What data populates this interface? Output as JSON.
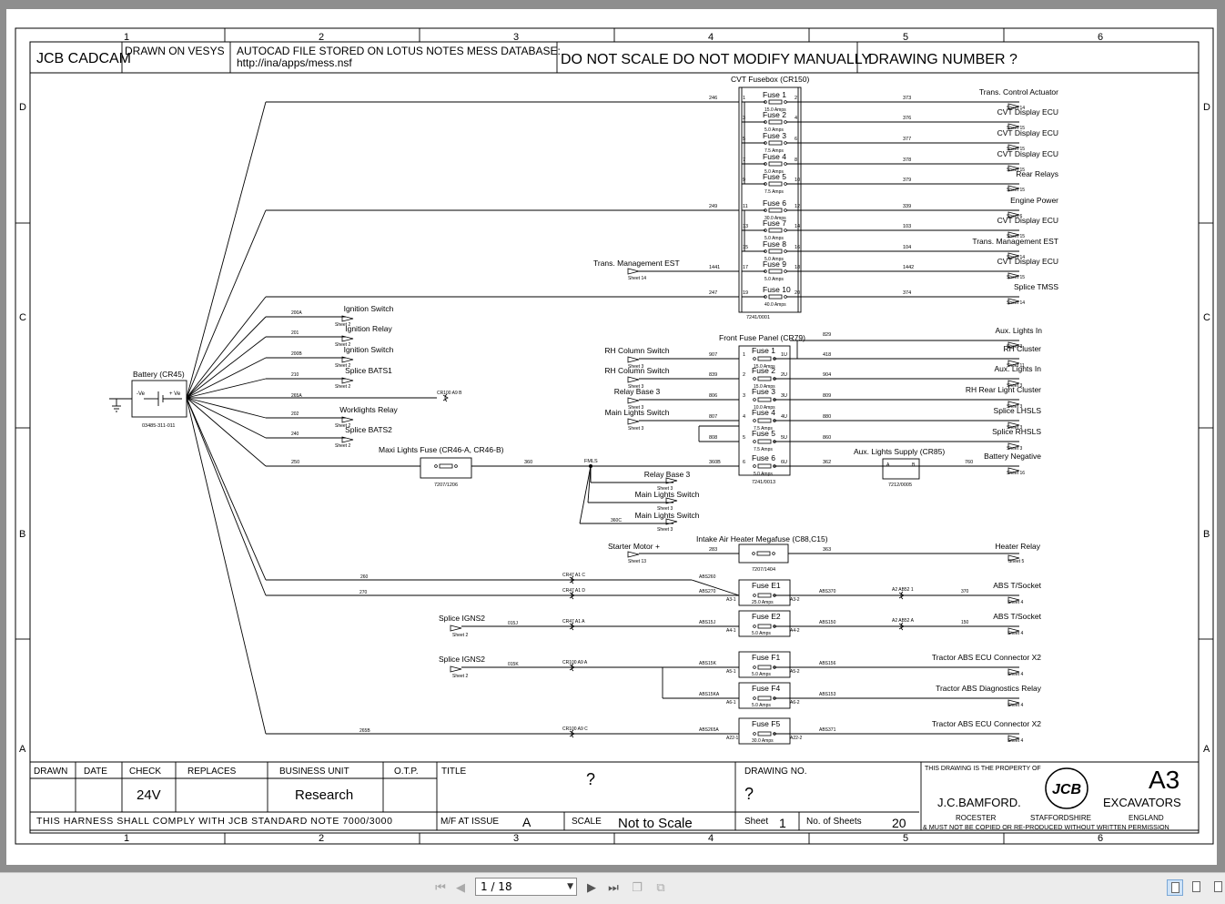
{
  "frame": {
    "columns": [
      "1",
      "2",
      "3",
      "4",
      "5",
      "6"
    ],
    "rows": [
      "D",
      "C",
      "B",
      "A"
    ]
  },
  "header": {
    "company": "JCB CADCAM",
    "drawn_on": "DRAWN ON VESYS",
    "autocad_line1": "AUTOCAD FILE STORED ON LOTUS NOTES MESS DATABASE:",
    "autocad_line2": "http://ina/apps/mess.nsf",
    "warning": "DO NOT SCALE DO NOT MODIFY MANUALLY",
    "drawing_number": "DRAWING NUMBER ?"
  },
  "battery": {
    "label": "Battery (CR45)",
    "neg": "-Ve",
    "pos": "+ Ve",
    "part": "03485-311-011"
  },
  "cvt_fusebox": {
    "title": "CVT Fusebox (CR150)",
    "part": "7241/0001",
    "fuses": [
      {
        "name": "Fuse 1",
        "amps": "15.0 Amps",
        "pin_in": "1",
        "pin_out": "2",
        "wire_in": "246",
        "wire_out": "373",
        "dest": "Trans. Control Actuator",
        "sheet": "Sheet 14"
      },
      {
        "name": "Fuse 2",
        "amps": "5.0 Amps",
        "pin_in": "3",
        "pin_out": "4",
        "wire_in": "",
        "wire_out": "376",
        "dest": "CVT Display ECU",
        "sheet": "Sheet 15"
      },
      {
        "name": "Fuse 3",
        "amps": "7.5 Amps",
        "pin_in": "5",
        "pin_out": "6",
        "wire_in": "",
        "wire_out": "377",
        "dest": "CVT Display ECU",
        "sheet": "Sheet 15"
      },
      {
        "name": "Fuse 4",
        "amps": "5.0 Amps",
        "pin_in": "7",
        "pin_out": "8",
        "wire_in": "",
        "wire_out": "378",
        "dest": "CVT Display ECU",
        "sheet": "Sheet 15"
      },
      {
        "name": "Fuse 5",
        "amps": "7.5 Amps",
        "pin_in": "9",
        "pin_out": "10",
        "wire_in": "",
        "wire_out": "379",
        "dest": "Rear Relays",
        "sheet": "Sheet 15"
      },
      {
        "name": "Fuse 6",
        "amps": "30.0 Amps",
        "pin_in": "11",
        "pin_out": "12",
        "wire_in": "249",
        "wire_out": "339",
        "dest": "Engine Power",
        "sheet": "Sheet 6"
      },
      {
        "name": "Fuse 7",
        "amps": "5.0 Amps",
        "pin_in": "13",
        "pin_out": "14",
        "wire_in": "",
        "wire_out": "103",
        "dest": "CVT Display ECU",
        "sheet": "Sheet 15"
      },
      {
        "name": "Fuse 8",
        "amps": "5.0 Amps",
        "pin_in": "15",
        "pin_out": "16",
        "wire_in": "",
        "wire_out": "104",
        "dest": "Trans. Management EST",
        "sheet": "Sheet 14"
      },
      {
        "name": "Fuse 9",
        "amps": "5.0 Amps",
        "pin_in": "17",
        "pin_out": "18",
        "wire_in": "1441",
        "wire_out": "1442",
        "dest": "CVT Display ECU",
        "sheet": "Sheet 15"
      },
      {
        "name": "Fuse 10",
        "amps": "40.0 Amps",
        "pin_in": "19",
        "pin_out": "20",
        "wire_in": "247",
        "wire_out": "374",
        "dest": "Splice TMSS",
        "sheet": "Sheet 14"
      }
    ],
    "fuse9_source": "Trans. Management EST",
    "fuse9_source_sheet": "Sheet 14"
  },
  "battery_feeds": [
    {
      "wire": "200A",
      "dest": "Ignition Switch",
      "sheet": "Sheet 2"
    },
    {
      "wire": "201",
      "dest": "Ignition Relay",
      "sheet": "Sheet 2"
    },
    {
      "wire": "200B",
      "dest": "Ignition Switch",
      "sheet": "Sheet 2"
    },
    {
      "wire": "210",
      "dest": "Splice BATS1",
      "sheet": "Sheet 2"
    },
    {
      "wire": "265A",
      "dest": "CR100 A9 B",
      "sheet": ""
    },
    {
      "wire": "202",
      "dest": "Worklights Relay",
      "sheet": "Sheet 2"
    },
    {
      "wire": "240",
      "dest": "Splice BATS2",
      "sheet": "Sheet 2"
    }
  ],
  "front_fuse_panel": {
    "title": "Front Fuse Panel (CR79)",
    "part": "7241/0013",
    "fuses": [
      {
        "name": "Fuse 1",
        "amps": "15.0 Amps",
        "pin_in": "1",
        "pin_out": "1U",
        "wire_in": "907",
        "wire_out": "418",
        "src": "RH Column Switch",
        "src_sheet": "Sheet 3",
        "dest": "RH Cluster",
        "sheet": "Sheet 11"
      },
      {
        "name": "Fuse 2",
        "amps": "15.0 Amps",
        "pin_in": "2",
        "pin_out": "2U",
        "wire_in": "839",
        "wire_out": "904",
        "src": "RH Column Switch",
        "src_sheet": "Sheet 3",
        "dest": "Aux. Lights In",
        "sheet": "Sheet 3"
      },
      {
        "name": "Fuse 3",
        "amps": "10.0 Amps",
        "pin_in": "3",
        "pin_out": "3U",
        "wire_in": "806",
        "wire_out": "809",
        "src": "Relay Base 3",
        "src_sheet": "Sheet 3",
        "dest": "RH Rear Light Cluster",
        "sheet": "Sheet 3"
      },
      {
        "name": "Fuse 4",
        "amps": "7.5 Amps",
        "pin_in": "4",
        "pin_out": "4U",
        "wire_in": "807",
        "wire_out": "880",
        "src": "Main Lights Switch",
        "src_sheet": "Sheet 3",
        "dest": "Splice LHSLS",
        "sheet": "Sheet 3"
      },
      {
        "name": "Fuse 5",
        "amps": "7.5 Amps",
        "pin_in": "5",
        "pin_out": "5U",
        "wire_in": "808",
        "wire_out": "860",
        "src": "",
        "src_sheet": "",
        "dest": "Splice RHSLS",
        "sheet": "Sheet 3"
      },
      {
        "name": "Fuse 6",
        "amps": "5.0 Amps",
        "pin_in": "6",
        "pin_out": "6U",
        "wire_in": "360B",
        "wire_out": "362",
        "src": "",
        "src_sheet": "",
        "dest": "Battery Negative",
        "sheet": "Sheet 16"
      }
    ],
    "top_wire": "829",
    "top_dest": "Aux. Lights In",
    "top_sheet": "Sheet 3"
  },
  "maxi_fuse": {
    "title": "Maxi Lights Fuse (CR46-A, CR46-B)",
    "part": "7207/1206",
    "wire_in": "250",
    "wire_out": "360",
    "splice": "FMLS"
  },
  "fmls_branches": [
    {
      "wire": "",
      "dest": "Relay Base 3",
      "sheet": "Sheet 3"
    },
    {
      "wire": "",
      "dest": "Main Lights Switch",
      "sheet": "Sheet 3"
    },
    {
      "wire": "360C",
      "dest": "Main Lights Switch",
      "sheet": "Sheet 3"
    }
  ],
  "aux_supply": {
    "title": "Aux. Lights Supply (CR85)",
    "part": "7212/0005",
    "pin_a": "A",
    "pin_b": "B"
  },
  "intake_fuse": {
    "title": "Intake Air Heater Megafuse (C88,C15)",
    "part": "7207/1404",
    "wire_in": "283",
    "wire_out": "363",
    "src": "Starter Motor +",
    "src_sheet": "Sheet 13",
    "dest": "Heater Relay",
    "sheet": "Sheet 5"
  },
  "abs_fuses": [
    {
      "name": "Fuse E1",
      "amps": "25.0 Amps",
      "in": "A3-1",
      "out": "A3-2",
      "wire_in": "ABS270",
      "wire_out": "ABS370",
      "conn": "A2 AB52 1",
      "wire_far": "370",
      "dest": "ABS T/Socket",
      "sheet": "Sheet 4",
      "batt_wire": "270",
      "conn_near": "CR47 A1 D"
    },
    {
      "name": "Fuse E2",
      "amps": "5.0 Amps",
      "in": "A4-1",
      "out": "A4-2",
      "wire_in": "ABS15J",
      "wire_out": "ABS150",
      "conn": "A2 AB52 A",
      "wire_far": "150",
      "dest": "ABS T/Socket",
      "sheet": "Sheet 4",
      "batt_wire": "015J",
      "conn_near": "CR47 A1 A"
    },
    {
      "name": "Fuse F1",
      "amps": "5.0 Amps",
      "in": "A5-1",
      "out": "A5-2",
      "wire_in": "ABS15K",
      "wire_out": "ABS156",
      "conn": "",
      "wire_far": "",
      "dest": "Tractor ABS ECU Connector X2",
      "sheet": "Sheet 4",
      "batt_wire": "015K",
      "conn_near": "CR100 A9 A"
    },
    {
      "name": "Fuse F4",
      "amps": "5.0 Amps",
      "in": "A6-1",
      "out": "A6-2",
      "wire_in": "ABS15KA",
      "wire_out": "ABS153",
      "conn": "",
      "wire_far": "",
      "dest": "Tractor ABS Diagnostics Relay",
      "sheet": "Sheet 4",
      "batt_wire": "",
      "conn_near": ""
    },
    {
      "name": "Fuse F5",
      "amps": "30.0 Amps",
      "in": "A22-1",
      "out": "A22-2",
      "wire_in": "ABS265A",
      "wire_out": "ABS371",
      "conn": "",
      "wire_far": "",
      "dest": "Tractor ABS ECU Connector X2",
      "sheet": "Sheet 4",
      "batt_wire": "265B",
      "conn_near": "CR100 A9 C"
    }
  ],
  "abs_extra": {
    "wire_260": "260",
    "conn_260": "CR47 A1 C",
    "wire_abs260": "ABS260",
    "splice_ignS2": "Splice IGNS2",
    "sheet2": "Sheet 2"
  },
  "title_block": {
    "drawn": "DRAWN",
    "date": "DATE",
    "check": "CHECK",
    "replaces": "REPLACES",
    "business_unit": "BUSINESS UNIT",
    "otp": "O.T.P.",
    "title": "TITLE",
    "title_value": "?",
    "check_value": "24V",
    "business_value": "Research",
    "drawing_no": "DRAWING NO.",
    "drawing_no_value": "?",
    "property": "THIS DRAWING IS THE PROPERTY OF",
    "company": "J.C.BAMFORD.",
    "logo": "JCB",
    "size": "A3",
    "division": "EXCAVATORS",
    "loc1": "ROCESTER",
    "loc2": "STAFFORDSHIRE",
    "loc3": "ENGLAND",
    "copy_notice": "& MUST NOT BE COPIED OR RE-PRODUCED WITHOUT WRITTEN PERMISSION",
    "comply": "THIS HARNESS SHALL COMPLY WITH JCB STANDARD NOTE 7000/3000",
    "mf": "M/F AT ISSUE",
    "mf_value": "A",
    "scale": "SCALE",
    "scale_value": "Not to Scale",
    "sheet": "Sheet",
    "sheet_value": "1",
    "num_sheets": "No. of Sheets",
    "num_sheets_value": "20"
  },
  "viewer": {
    "page_indicator": "1 / 18"
  }
}
